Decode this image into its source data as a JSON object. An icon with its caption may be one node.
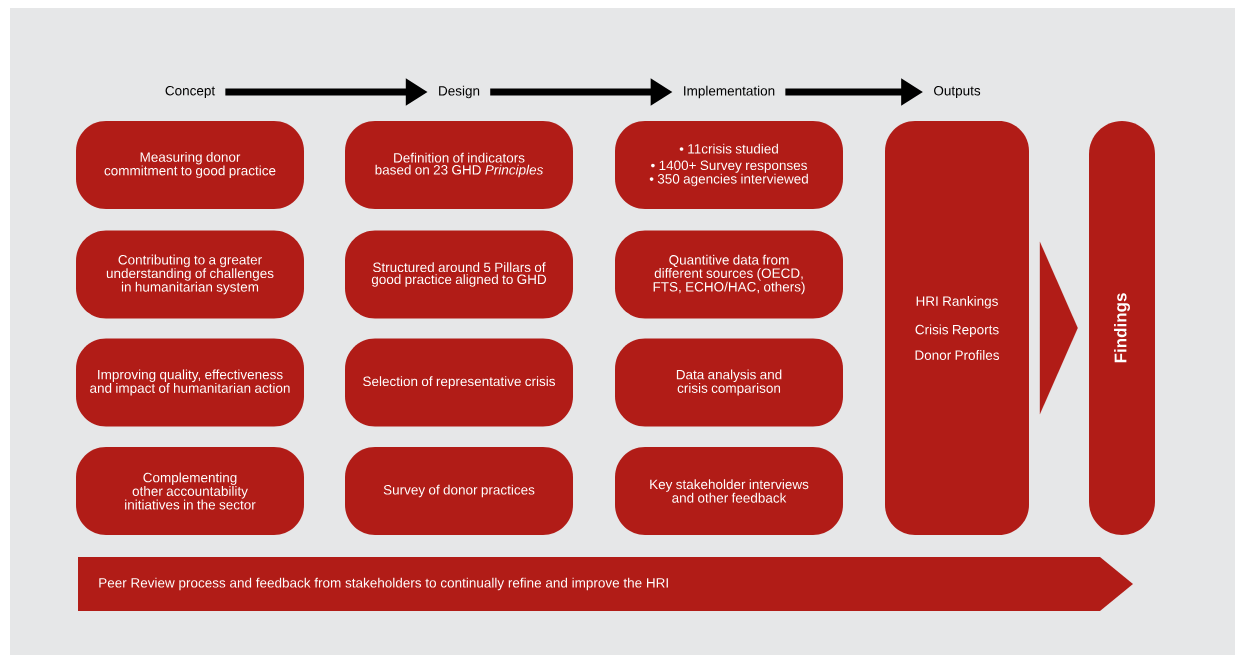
{
  "diagram": {
    "nodes": [
      {
        "text": [
          "Concept"
        ]
      },
      {
        "text": [
          "Design"
        ]
      },
      {
        "text": [
          "Implementation"
        ]
      },
      {
        "text": [
          "Outputs"
        ]
      },
      {
        "text": [
          "Measuring donor commitment to good practice"
        ]
      },
      {
        "text": [
          "Contributing to a greater understanding of challenges in humanitarian system"
        ]
      },
      {
        "text": [
          "Improving quality, effectiveness and impact of humanitarian action"
        ]
      },
      {
        "text": [
          "Complementing other accountability initiatives in the sector"
        ]
      },
      {
        "text": [
          "Definition of indicators based on 23 GHD *Principles*"
        ]
      },
      {
        "text": [
          "Structured around 5 Pillars of good practice aligned to GHD"
        ]
      },
      {
        "text": [
          "Selection of representative crisis"
        ]
      },
      {
        "text": [
          "Survey of donor practices"
        ]
      },
      {
        "text": [
          "• 11crisis studied",
          "• 1400+ Survey responses",
          "• 350 agencies interviewed"
        ]
      },
      {
        "text": [
          "Quantitive data from different sources (OECD, FTS, ECHO/HAC, others)"
        ]
      },
      {
        "text": [
          "Data analysis and crisis comparison"
        ]
      },
      {
        "text": [
          "Key stakeholder interviews and other feedback"
        ]
      },
      {
        "text": [
          "HRI Rankings",
          "Crisis Reports",
          "Donor Profiles"
        ]
      },
      {
        "text": [
          "Findings"
        ]
      },
      {
        "text": [
          "Peer Review process and feedback from stakeholders to continually refine and improve the HRI"
        ]
      }
    ],
    "edges": [
      {
        "from": 0,
        "to": 1,
        "arrow": "to"
      },
      {
        "from": 1,
        "to": 2,
        "arrow": "to"
      },
      {
        "from": 2,
        "to": 3,
        "arrow": "to"
      },
      {
        "from": 16,
        "to": 17,
        "arrow": "to",
        "style": "thick",
        "color": "#b11c17"
      }
    ]
  }
}
